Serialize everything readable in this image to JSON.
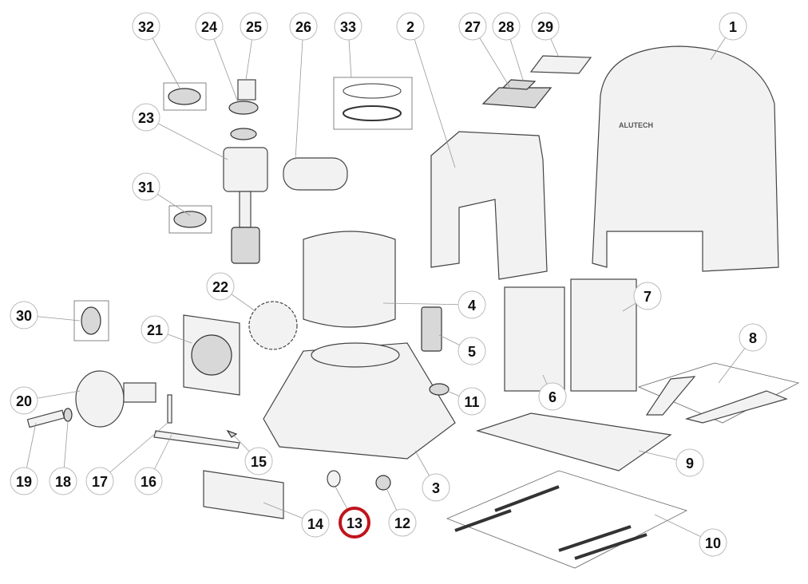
{
  "diagram": {
    "brand_logo": "ALUTECH",
    "highlight_color": "#c0141c",
    "highlighted_part": "13",
    "parts": [
      "1",
      "2",
      "3",
      "4",
      "5",
      "6",
      "7",
      "8",
      "9",
      "10",
      "11",
      "12",
      "13",
      "14",
      "15",
      "16",
      "17",
      "18",
      "19",
      "20",
      "21",
      "22",
      "23",
      "24",
      "25",
      "26",
      "27",
      "28",
      "29",
      "30",
      "31",
      "32",
      "33"
    ]
  }
}
